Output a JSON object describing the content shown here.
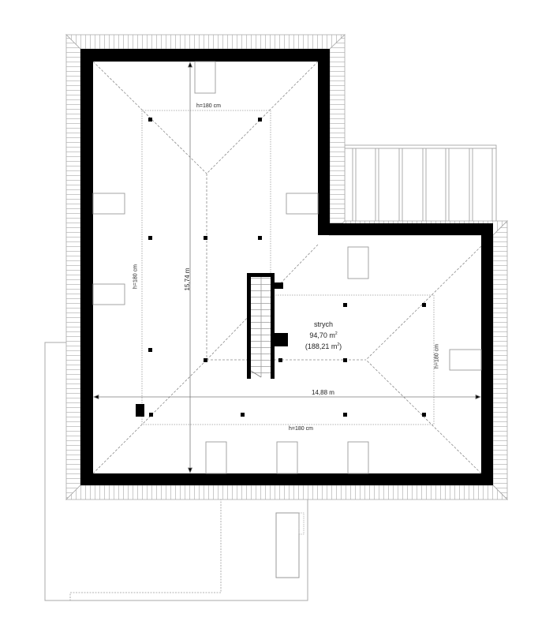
{
  "plan": {
    "type": "attic floor plan",
    "room": {
      "name": "strych",
      "area": "94,70 m",
      "area_total": "(188,21 m",
      "area_unit_sup": "2",
      "area_total_close": ")"
    },
    "dimensions": {
      "width": "14,88 m",
      "height": "15,74 m"
    },
    "height_labels": {
      "top": "h=180 cm",
      "left": "h=180 cm",
      "right": "h=180 cm",
      "bottom": "h=180 cm"
    },
    "colors": {
      "wall": "#000000",
      "roof_hatch": "#b5b5b5",
      "dashed": "#8a8a8a",
      "outline": "#a0a0a0",
      "background": "#ffffff"
    }
  }
}
